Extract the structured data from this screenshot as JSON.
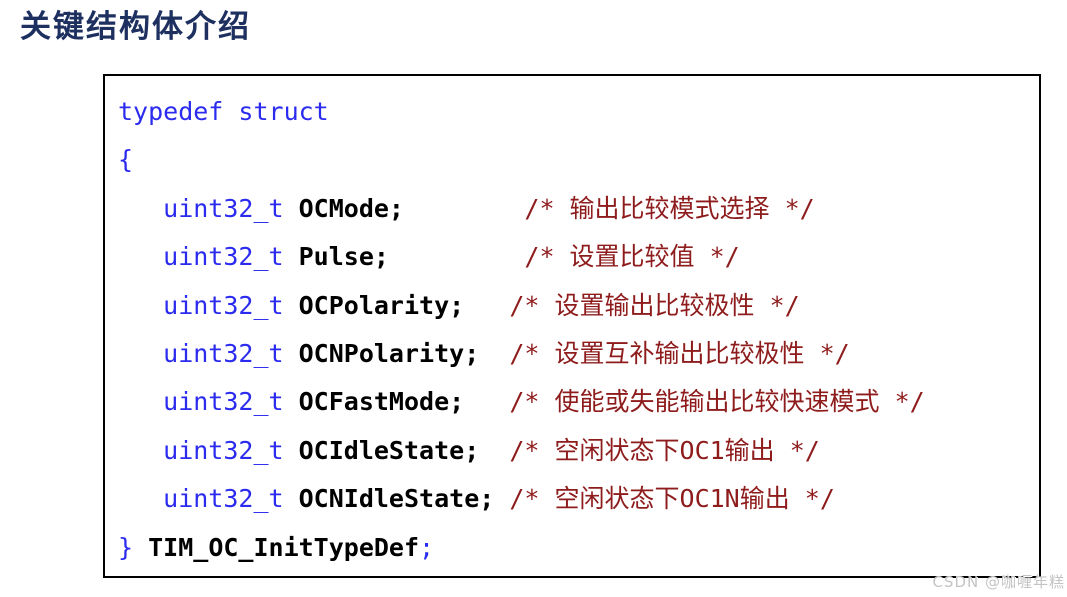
{
  "page": {
    "title": "关键结构体介绍",
    "watermark": "CSDN @咖喱年糕"
  },
  "colors": {
    "title": "#1e3060",
    "keyword": "#2b2bef",
    "plain": "#000000",
    "comment": "#8e1c1c",
    "border": "#000000",
    "watermark": "#c4c4c4",
    "background": "#ffffff"
  },
  "code_block": {
    "language": "c",
    "struct_name": "TIM_OC_InitTypeDef",
    "lines": [
      {
        "segments": [
          {
            "text": "typedef struct",
            "type": "keyword"
          }
        ]
      },
      {
        "segments": [
          {
            "text": "{",
            "type": "keyword"
          }
        ]
      },
      {
        "segments": [
          {
            "text": "   ",
            "type": "plain"
          },
          {
            "text": "uint32_t",
            "type": "keyword"
          },
          {
            "text": " OCMode;        ",
            "type": "plain"
          },
          {
            "text": "/* 输出比较模式选择 */",
            "type": "comment"
          }
        ]
      },
      {
        "segments": [
          {
            "text": "   ",
            "type": "plain"
          },
          {
            "text": "uint32_t",
            "type": "keyword"
          },
          {
            "text": " Pulse;         ",
            "type": "plain"
          },
          {
            "text": "/* 设置比较值 */",
            "type": "comment"
          }
        ]
      },
      {
        "segments": [
          {
            "text": "   ",
            "type": "plain"
          },
          {
            "text": "uint32_t",
            "type": "keyword"
          },
          {
            "text": " OCPolarity;   ",
            "type": "plain"
          },
          {
            "text": "/* 设置输出比较极性 */",
            "type": "comment"
          }
        ]
      },
      {
        "segments": [
          {
            "text": "   ",
            "type": "plain"
          },
          {
            "text": "uint32_t",
            "type": "keyword"
          },
          {
            "text": " OCNPolarity;  ",
            "type": "plain"
          },
          {
            "text": "/* 设置互补输出比较极性 */",
            "type": "comment"
          }
        ]
      },
      {
        "segments": [
          {
            "text": "   ",
            "type": "plain"
          },
          {
            "text": "uint32_t",
            "type": "keyword"
          },
          {
            "text": " OCFastMode;   ",
            "type": "plain"
          },
          {
            "text": "/* 使能或失能输出比较快速模式 */",
            "type": "comment"
          }
        ]
      },
      {
        "segments": [
          {
            "text": "   ",
            "type": "plain"
          },
          {
            "text": "uint32_t",
            "type": "keyword"
          },
          {
            "text": " OCIdleState;  ",
            "type": "plain"
          },
          {
            "text": "/* 空闲状态下OC1输出 */",
            "type": "comment"
          }
        ]
      },
      {
        "segments": [
          {
            "text": "   ",
            "type": "plain"
          },
          {
            "text": "uint32_t",
            "type": "keyword"
          },
          {
            "text": " OCNIdleState; ",
            "type": "plain"
          },
          {
            "text": "/* 空闲状态下OC1N输出 */",
            "type": "comment"
          }
        ]
      },
      {
        "segments": [
          {
            "text": "}",
            "type": "keyword"
          },
          {
            "text": " TIM_OC_InitTypeDef",
            "type": "plain"
          },
          {
            "text": ";",
            "type": "keyword"
          }
        ]
      }
    ]
  }
}
